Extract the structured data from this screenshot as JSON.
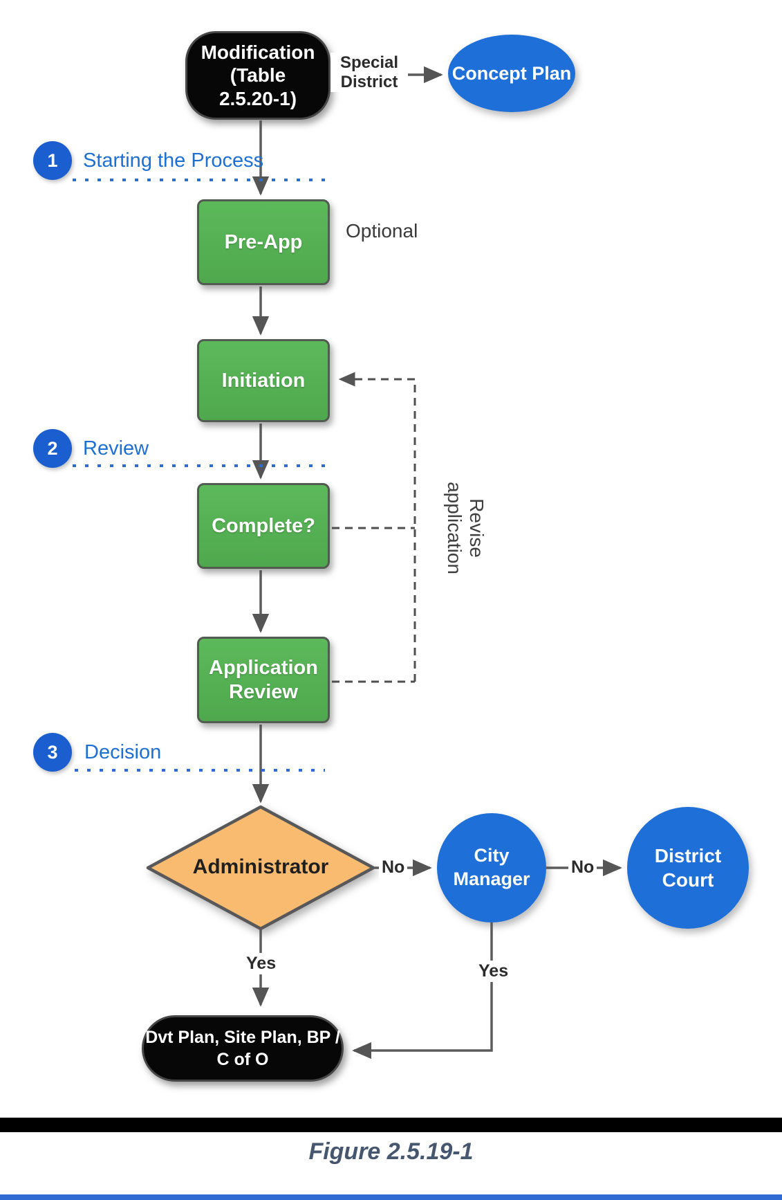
{
  "nodes": {
    "modification": {
      "lines": [
        "Modification",
        "(Table",
        "2.5.20-1)"
      ]
    },
    "concept_plan": {
      "label": "Concept Plan"
    },
    "pre_app": {
      "label": "Pre-App"
    },
    "initiation": {
      "label": "Initiation"
    },
    "complete": {
      "label": "Complete?"
    },
    "application_review": {
      "lines": [
        "Application",
        "Review"
      ]
    },
    "administrator": {
      "label": "Administrator"
    },
    "city_manager": {
      "lines": [
        "City",
        "Manager"
      ]
    },
    "district_court": {
      "lines": [
        "District",
        "Court"
      ]
    },
    "dvt_plan": {
      "lines": [
        "Dvt Plan, Site Plan, BP /",
        "C of O"
      ]
    }
  },
  "labels": {
    "special_district_lines": [
      "Special",
      "District"
    ],
    "optional": "Optional",
    "revise_lines": [
      "Revise",
      "application"
    ],
    "no1": "No",
    "no2": "No",
    "yes1": "Yes",
    "yes2": "Yes"
  },
  "phases": [
    {
      "number": "1",
      "label": "Starting the Process"
    },
    {
      "number": "2",
      "label": "Review"
    },
    {
      "number": "3",
      "label": "Decision"
    }
  ],
  "caption": "Figure 2.5.19-1",
  "colors": {
    "node_blue": "#1e6fd8",
    "badge_blue": "#1a5ecf",
    "label_blue": "#1d6fd2",
    "dotted_blue": "#2c6cd3",
    "green": "#55ae52",
    "diamond_orange": "#f8bb70",
    "connector_gray": "#5c5c5c",
    "black_node": "#070707",
    "caption_slate": "#47566f"
  }
}
